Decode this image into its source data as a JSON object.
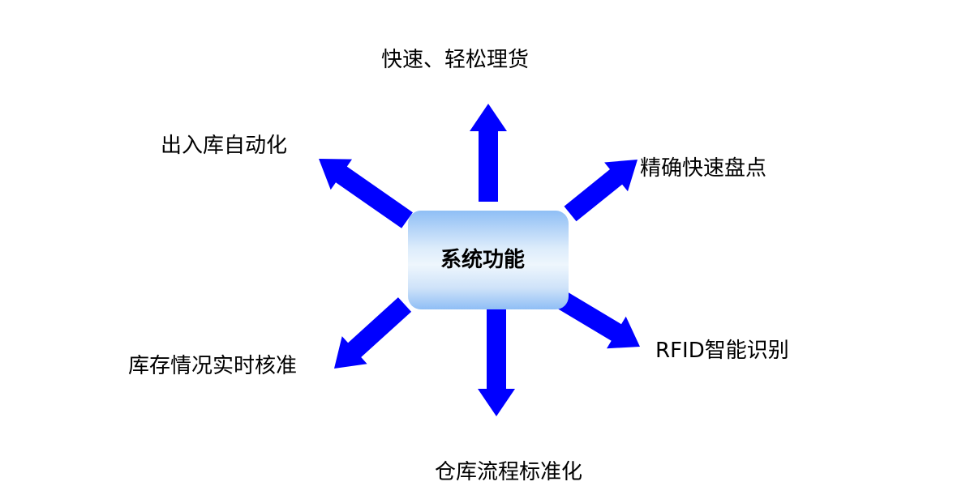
{
  "center": {
    "label": "系统功能"
  },
  "functions": {
    "top": "快速、轻松理货",
    "upper_left": "出入库自动化",
    "upper_right": "精确快速盘点",
    "lower_left": "库存情况实时核准",
    "lower_right": "RFID智能识别",
    "bottom": "仓库流程标准化"
  },
  "colors": {
    "arrow": "#0000ff",
    "box_edge": "#8fbef5",
    "box_center": "#eef6fd",
    "text": "#000000"
  }
}
